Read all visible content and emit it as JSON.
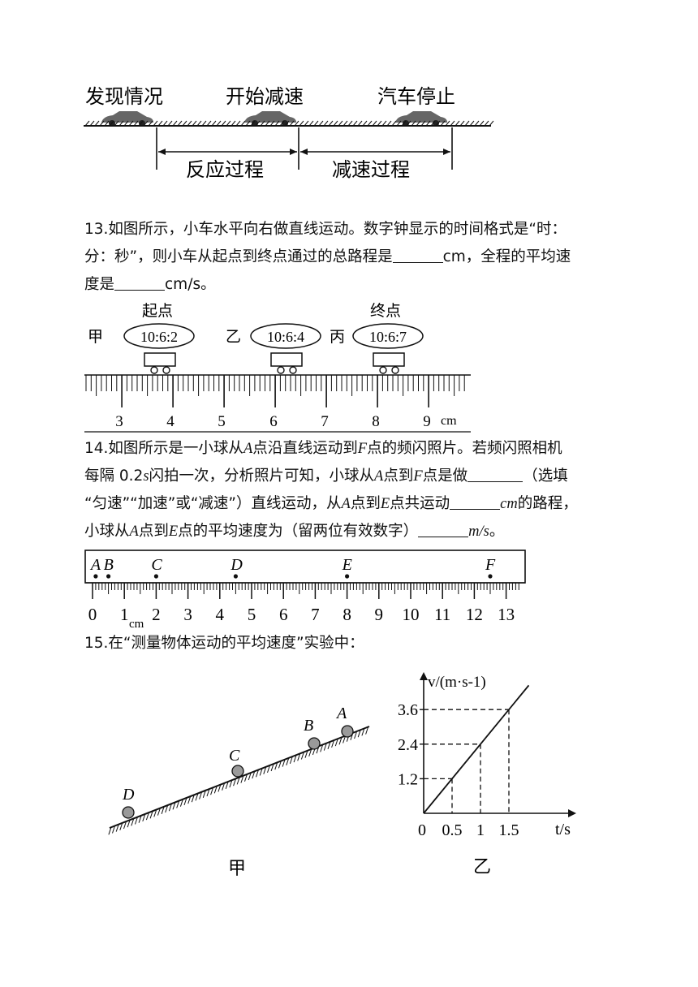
{
  "fig_stopping": {
    "stage_labels": [
      "发现情况",
      "开始减速",
      "汽车停止"
    ],
    "process_labels": [
      "反应过程",
      "减速过程"
    ]
  },
  "q13": {
    "line1": "13.如图所示，小车水平向右做直线运动。数字钟显示的时间格式是“时：",
    "line2a": "分：秒”，则小车从起点到终点通过的总路程是",
    "line2b": "cm，全程的平均速",
    "line3a": "度是",
    "line3b": "cm/s。",
    "figure": {
      "positions": [
        "甲",
        "乙",
        "丙"
      ],
      "clock_times": [
        "10:6:2",
        "10:6:4",
        "10:6:7"
      ],
      "start_label": "起点",
      "end_label": "终点",
      "ruler_numbers": [
        "3",
        "4",
        "5",
        "6",
        "7",
        "8",
        "9"
      ],
      "ruler_unit": "cm"
    }
  },
  "q14": {
    "line1a": "14.如图所示是一小球从",
    "A": "A",
    "line1b": "点沿直线运动到",
    "F": "F",
    "line1c": "点的频闪照片。若频闪照相机",
    "line2a": "每隔 0.2",
    "s": "s",
    "line2b": "闪拍一次，分析照片可知，小球从",
    "line2c": "点到",
    "line2d": "点是做",
    "line2e": "（选填",
    "line3a": "“匀速”“加速”或“减速”）直线运动，从",
    "line3b": "点到",
    "E": "E",
    "line3c": "点共运动",
    "cm": "cm",
    "line3d": "的路程，",
    "line4a": "小球从",
    "line4b": "点到",
    "line4c": "点的平均速度为（留两位有效数字）",
    "ms": "m/s",
    "line4d": "。",
    "figure": {
      "points": [
        "A",
        "B",
        "C",
        "D",
        "E",
        "F"
      ],
      "point_positions_cm": [
        0.1,
        0.5,
        2.0,
        4.5,
        8.0,
        12.5
      ],
      "ruler_numbers": [
        "0",
        "1",
        "2",
        "3",
        "4",
        "5",
        "6",
        "7",
        "8",
        "9",
        "10",
        "11",
        "12",
        "13"
      ],
      "ruler_unit": "cm"
    }
  },
  "q15": {
    "line1": "15.在“测量物体运动的平均速度”实验中：",
    "fig_a": {
      "caption": "甲",
      "balls": [
        "A",
        "B",
        "C",
        "D"
      ]
    },
    "fig_b": {
      "caption": "乙"
    }
  },
  "chart_data": {
    "type": "line",
    "title": "",
    "xlabel": "t/s",
    "ylabel": "v/(m·s-1)",
    "x_ticks": [
      "0",
      "0.5",
      "1",
      "1.5"
    ],
    "y_ticks": [
      "1.2",
      "2.4",
      "3.6"
    ],
    "series": [
      {
        "x": [
          0,
          0.5,
          1,
          1.5
        ],
        "values": [
          0,
          1.2,
          2.4,
          3.6
        ]
      }
    ],
    "guides": "dashed",
    "grid": false
  }
}
